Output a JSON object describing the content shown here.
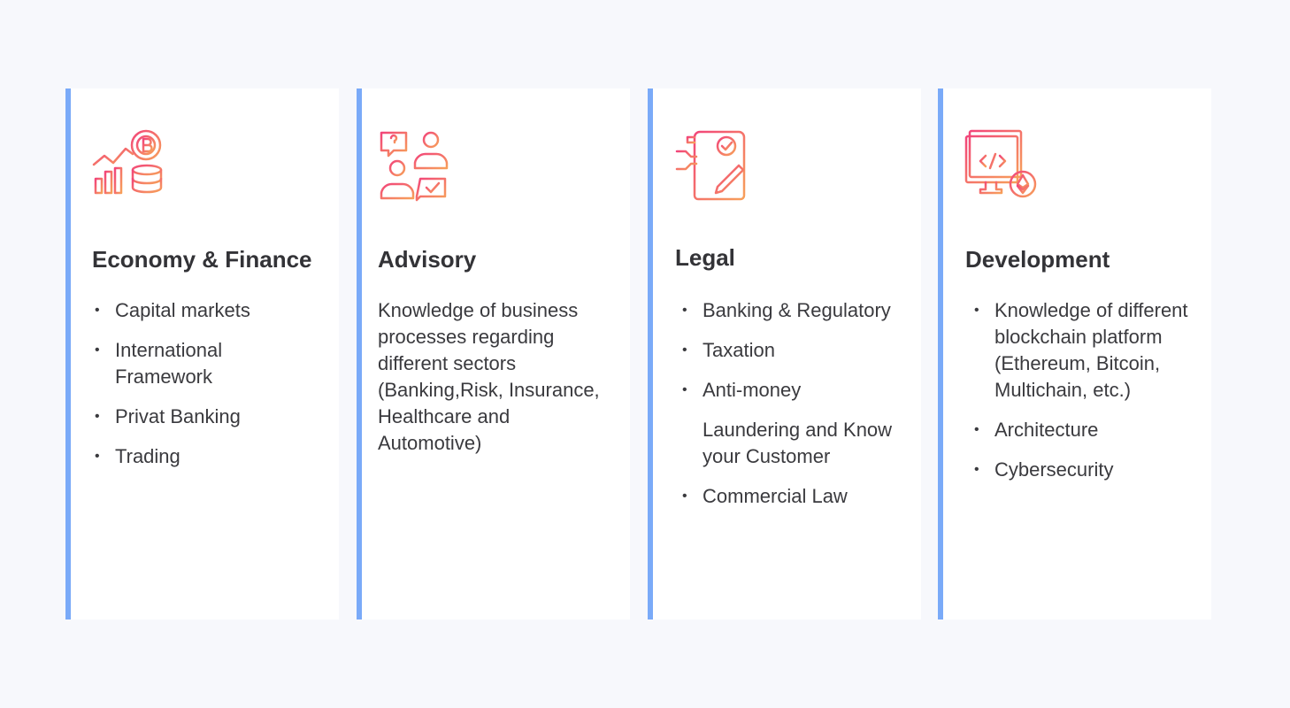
{
  "colors": {
    "page_background": "#f7f8fc",
    "card_background": "#ffffff",
    "card_accent": "#7aaaf8",
    "icon_gradient_start": "#f2457a",
    "icon_gradient_end": "#f7a05a"
  },
  "cards": [
    {
      "title": "Economy & Finance",
      "icon": "finance-chart-bitcoin-icon",
      "items": [
        "Capital markets",
        "International Framework",
        "Privat Banking",
        "Trading"
      ]
    },
    {
      "title": "Advisory",
      "icon": "consultation-people-icon",
      "text": "Knowledge of business processes regarding different sectors (Banking,Risk, Insurance, Healthcare and Automotive)"
    },
    {
      "title": "Legal",
      "icon": "legal-document-signing-icon",
      "items": [
        "Banking & Regulatory",
        "Taxation",
        "Anti-money",
        "Laundering and Know your Customer",
        "Commercial Law"
      ]
    },
    {
      "title": "Development",
      "icon": "code-monitor-ethereum-icon",
      "items": [
        "Knowledge of different blockchain platform (Ethereum, Bitcoin, Multichain, etc.)",
        "Architecture",
        "Cybersecurity"
      ]
    }
  ]
}
